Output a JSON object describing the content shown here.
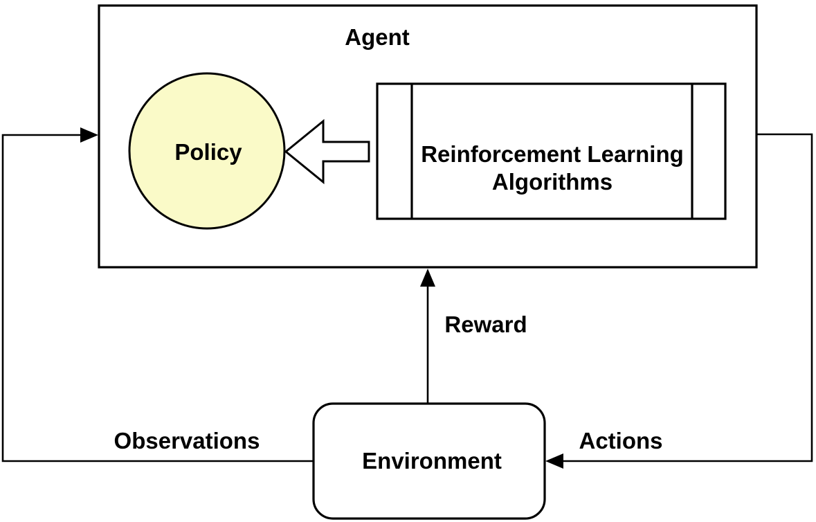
{
  "diagram": {
    "background": "#FFFFFF",
    "stroke_color": "#000000",
    "nodes": {
      "agent": {
        "label": "Agent"
      },
      "policy": {
        "label": "Policy",
        "fill": "#FAFAC8"
      },
      "rl_algorithms": {
        "label_line1": "Reinforcement Learning",
        "label_line2": "Algorithms"
      },
      "environment": {
        "label": "Environment"
      }
    },
    "edges": {
      "reward": {
        "label": "Reward"
      },
      "observations": {
        "label": "Observations"
      },
      "actions": {
        "label": "Actions"
      }
    }
  }
}
